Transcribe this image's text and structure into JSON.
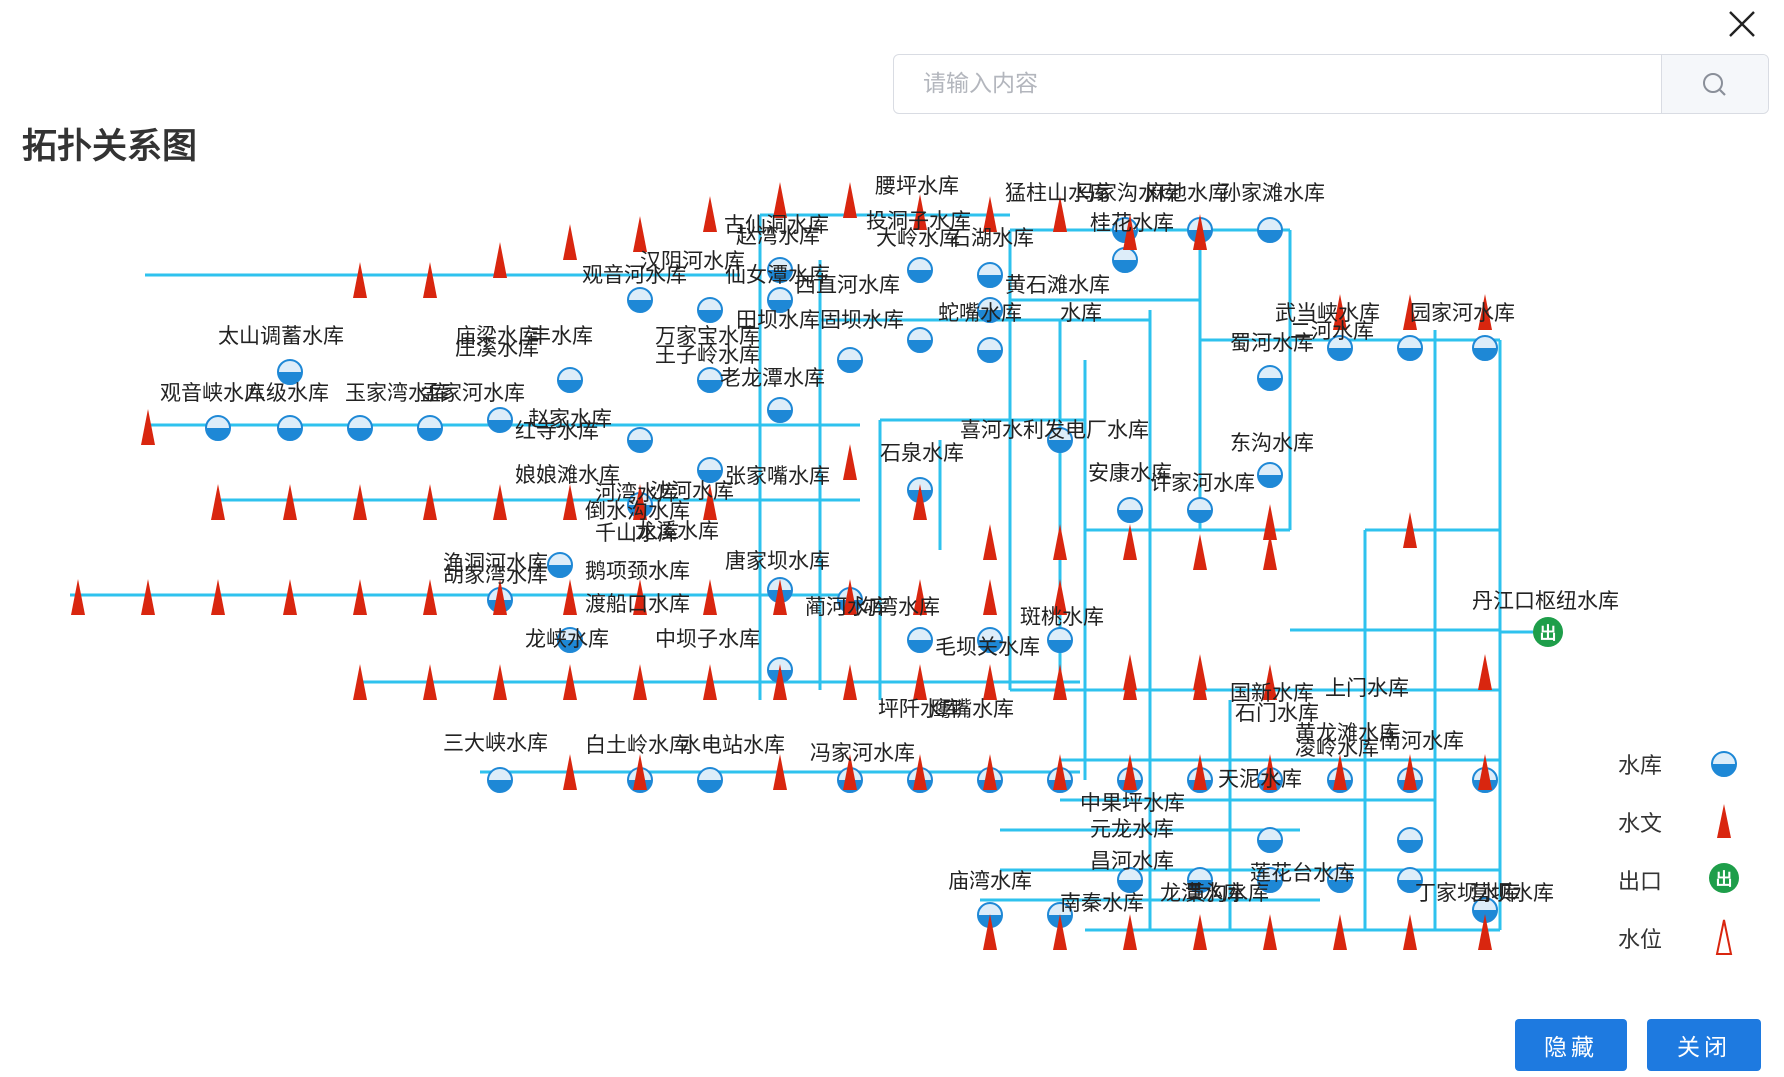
{
  "dialog": {
    "title": "拓扑关系图",
    "search_placeholder": "请输入内容",
    "search_value": "",
    "close_icon": "close-icon",
    "search_icon": "search-icon"
  },
  "buttons": {
    "hide": "隐藏",
    "close": "关闭"
  },
  "legend": [
    {
      "label": "水库",
      "icon": "reservoir-icon"
    },
    {
      "label": "水文",
      "icon": "hydrology-icon"
    },
    {
      "label": "出口",
      "icon": "outlet-icon",
      "glyph": "出"
    },
    {
      "label": "水位",
      "icon": "water-level-icon"
    }
  ],
  "colors": {
    "link": "#2ec2ee",
    "reservoir": "#1e88d6",
    "hydrology": "#d9260f",
    "outlet": "#1e9e4a",
    "button": "#1e7ae0"
  },
  "outlet_label": "丹江口枢纽水库",
  "reservoir_labels": [
    "腰坪水库",
    "猛柱山水库",
    "马家沟水库",
    "麻池水库",
    "孙家滩水库",
    "古仙洞水库",
    "赵湾水库",
    "投洞子水库",
    "大岭水库",
    "石湖水库",
    "桂花水库",
    "汉阴河水库",
    "观音河水库",
    "仙女潭水库",
    "西直河水库",
    "黄石滩水库",
    "蛇嘴水库",
    "水库",
    "太山调蓄水库",
    "庙梁水库",
    "庄溪水库",
    "丰水库",
    "万家宝水库",
    "王子岭水库",
    "田坝水库",
    "固坝水库",
    "武当峡水库",
    "蜀河水库",
    "二河水库",
    "园家河水库",
    "观音峡水库",
    "八级水库",
    "玉家湾水库",
    "孟家河水库",
    "石泉水库",
    "喜河水利发电厂水库",
    "东沟水库",
    "老龙潭水库",
    "张家嘴水库",
    "红寺水库",
    "赵家水库",
    "娘娘滩水库",
    "沙河水库",
    "河湾水库",
    "倒水沟水库",
    "千山水库",
    "龙溪水库",
    "安康水库",
    "许家河水库",
    "渔洞河水库",
    "胡家湾水库",
    "鹅项颈水库",
    "唐家坝水库",
    "渡船口水库",
    "蔺河水库",
    "沟湾水库",
    "斑桃水库",
    "龙峡水库",
    "中坝子水库",
    "毛坝关水库",
    "坪阡水库",
    "鹰嘴水库",
    "三大峡水库",
    "白土岭水库",
    "水电站水库",
    "冯家河水库",
    "国新水库",
    "上门水库",
    "石门水库",
    "黄龙滩水库",
    "南河水库",
    "凌岭水库",
    "中果坪水库",
    "元龙水库",
    "天泥水库",
    "庙湾水库",
    "南秦水库",
    "昌河水库",
    "龙潭水库",
    "黄沟水库",
    "莲花台水库",
    "丁家坝水库",
    "营坝水库"
  ],
  "symbols": {
    "reservoir": "水库",
    "hydrology": "水文",
    "outlet": "出口"
  }
}
